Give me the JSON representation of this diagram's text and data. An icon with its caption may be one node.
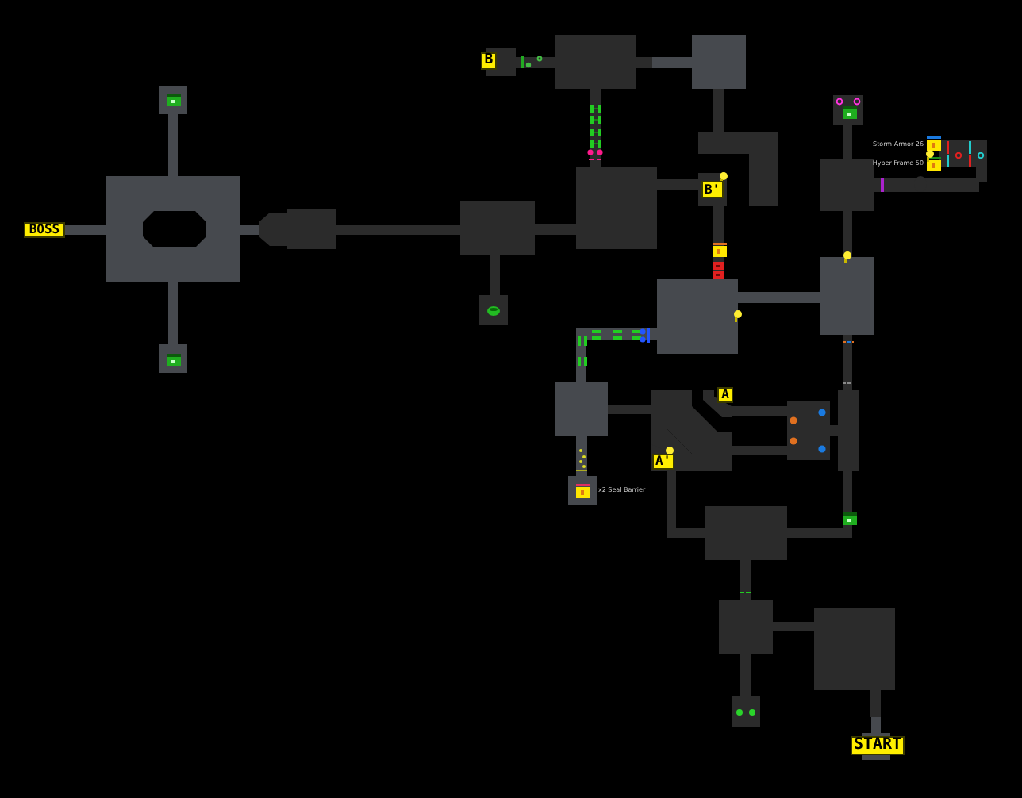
{
  "diagram": {
    "labels": [
      "B",
      "Storm Armor 26",
      "Hyper Frame 50",
      "B'",
      "BOSS",
      "A",
      "A'",
      "x2 Seal Barrier",
      "START"
    ]
  }
}
